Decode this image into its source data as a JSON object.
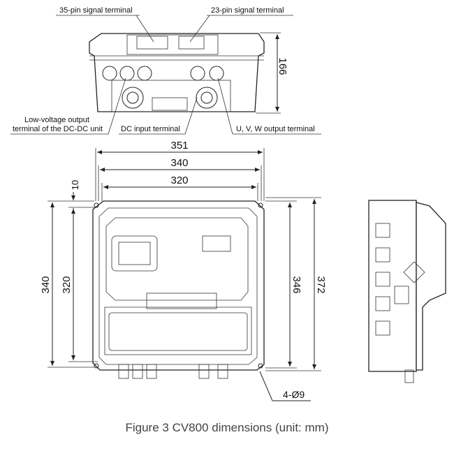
{
  "labels": {
    "pin35": "35-pin signal terminal",
    "pin23": "23-pin signal terminal",
    "lv_line1": "Low-voltage output",
    "lv_line2": "terminal of the DC-DC unit",
    "dc_input": "DC input terminal",
    "uvw_output": "U, V, W output terminal",
    "holes": "4-Ø9"
  },
  "dimensions": {
    "height_top": "166",
    "width_351": "351",
    "width_340": "340",
    "width_320": "320",
    "offset_10": "10",
    "left_340": "340",
    "left_320": "320",
    "right_346": "346",
    "right_372": "372"
  },
  "caption": "Figure 3  CV800 dimensions (unit: mm)"
}
